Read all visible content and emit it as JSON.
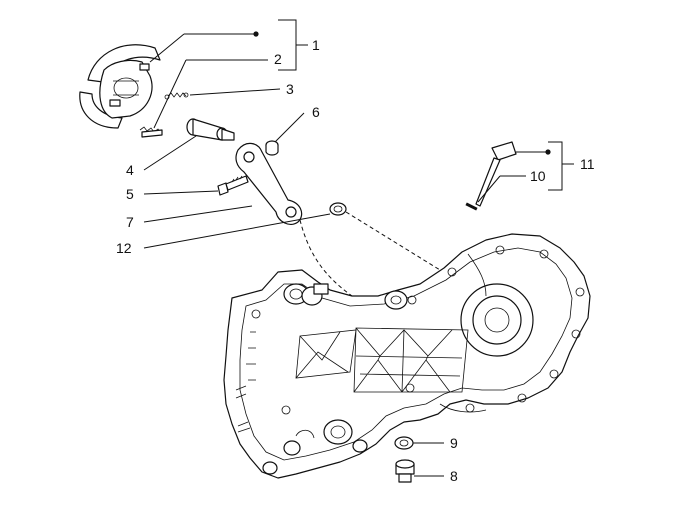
{
  "callouts": {
    "c1": "1",
    "c2": "2",
    "c3": "3",
    "c4": "4",
    "c5": "5",
    "c6": "6",
    "c7": "7",
    "c8": "8",
    "c9": "9",
    "c10": "10",
    "c11": "11",
    "c12": "12"
  },
  "colors": {
    "ink": "#111111",
    "paper": "#ffffff"
  }
}
